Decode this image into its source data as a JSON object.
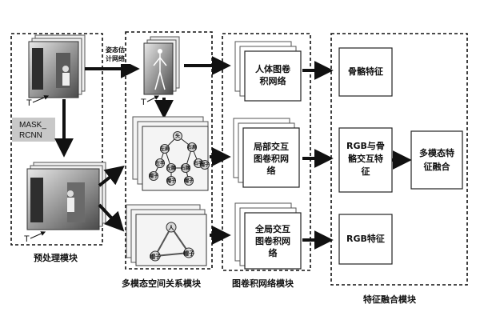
{
  "modules": {
    "preprocess": {
      "title": "预处理模块",
      "mask_label_1": "MASK_",
      "mask_label_2": "RCNN",
      "time_label": "T"
    },
    "spatial": {
      "title": "多模态空间关系模块",
      "pose_label_1": "姿态估",
      "pose_label_2": "计网络",
      "time_label": "T",
      "skeleton_nodes": [
        "左肩",
        "头",
        "右肩",
        "左手",
        "左腰",
        "右腰",
        "右手",
        "帽子",
        "帽子",
        "帽子",
        "帽子"
      ],
      "global_nodes": [
        "人",
        "帽子",
        "帽子"
      ]
    },
    "gcn": {
      "title": "图卷积网络模块",
      "human": [
        "人体图卷",
        "积网络"
      ],
      "local": [
        "局部交互",
        "图卷积网",
        "络"
      ],
      "global": [
        "全局交互",
        "图卷积网",
        "络"
      ]
    },
    "fusion": {
      "title": "特征融合模块",
      "skeleton_feature": "骨骼特征",
      "rgb_skeleton": [
        "RGB与骨",
        "骼交互特",
        "征"
      ],
      "rgb_feature": "RGB特征",
      "multimodal": [
        "多模态特",
        "征融合"
      ]
    }
  },
  "colors": {
    "border": "#111111",
    "arrow": "#111111",
    "frame_fill": "#f4f4f4",
    "photo_dark": "#3a3a3a",
    "node_fill": "#d9d9d9"
  }
}
